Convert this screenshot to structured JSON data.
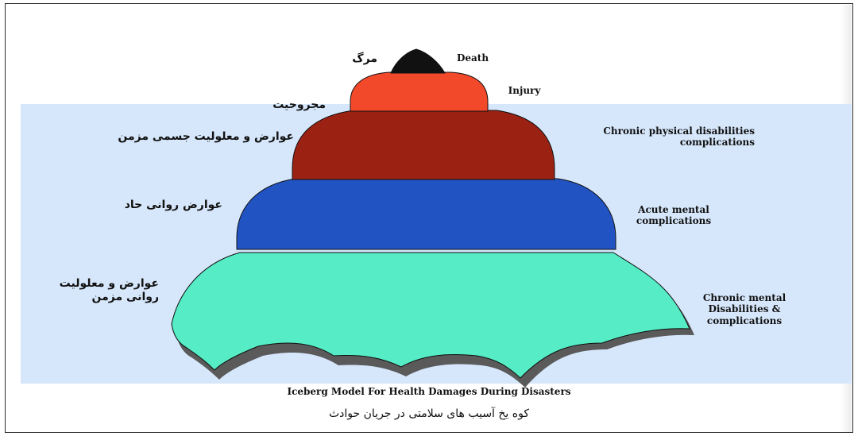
{
  "labels_en": {
    "death": "Death",
    "injury": "Injury",
    "chronic_physical": "Chronic physical disabilities\ncomplications",
    "acute_mental": "Acute mental\ncomplications",
    "chronic_mental": "Chronic mental\nDisabilities &\ncomplications"
  },
  "labels_fa": {
    "death": "مرگ",
    "injury": "مجروحیت",
    "chronic_physical": "عوارض و معلولیت جسمی مزمن",
    "acute_mental": "عوارض روانی حاد",
    "chronic_mental": "عوارض و معلولیت\nروانی مزمن"
  },
  "caption": {
    "english": "Iceberg Model For Health Damages During  Disasters",
    "persian": "کوه یخ آسیب های سلامتی در جریان حوادث"
  },
  "colors": {
    "death": "#111111",
    "injury": "#f2492b",
    "chronic_physical": "#9b2113",
    "acute_mental": "#2253c3",
    "chronic_mental": "#55ecc6",
    "water": "#d6e7fb"
  }
}
